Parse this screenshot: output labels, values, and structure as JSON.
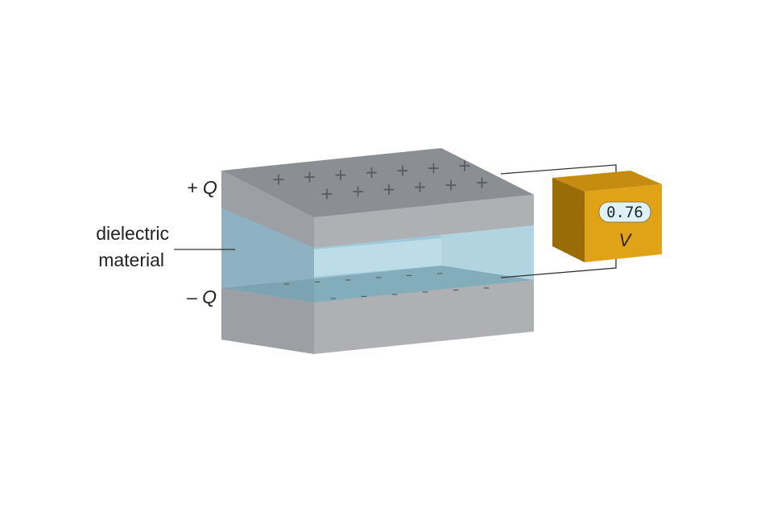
{
  "labels": {
    "plus_q": "+ Q",
    "minus_q": "– Q",
    "dielectric_line1": "dielectric",
    "dielectric_line2": "material"
  },
  "charges": {
    "positive_symbol": "+",
    "negative_symbol": "–",
    "positive_rows": [
      7,
      6
    ],
    "negative_rows": [
      6,
      6
    ]
  },
  "voltmeter": {
    "reading": "0.76",
    "unit": "V"
  },
  "colors": {
    "plate_top": "#8b8e93",
    "plate_front": "#aeb0b4",
    "plate_side": "#9c9fa3",
    "dielectric_front": "#a4ccdc",
    "dielectric_side": "#b8dbe8",
    "dielectric_inner": "#7aa9ba",
    "meter_front": "#e0a318",
    "meter_top": "#c58c10",
    "meter_side": "#9a6c08",
    "display": "#dff1f6"
  }
}
